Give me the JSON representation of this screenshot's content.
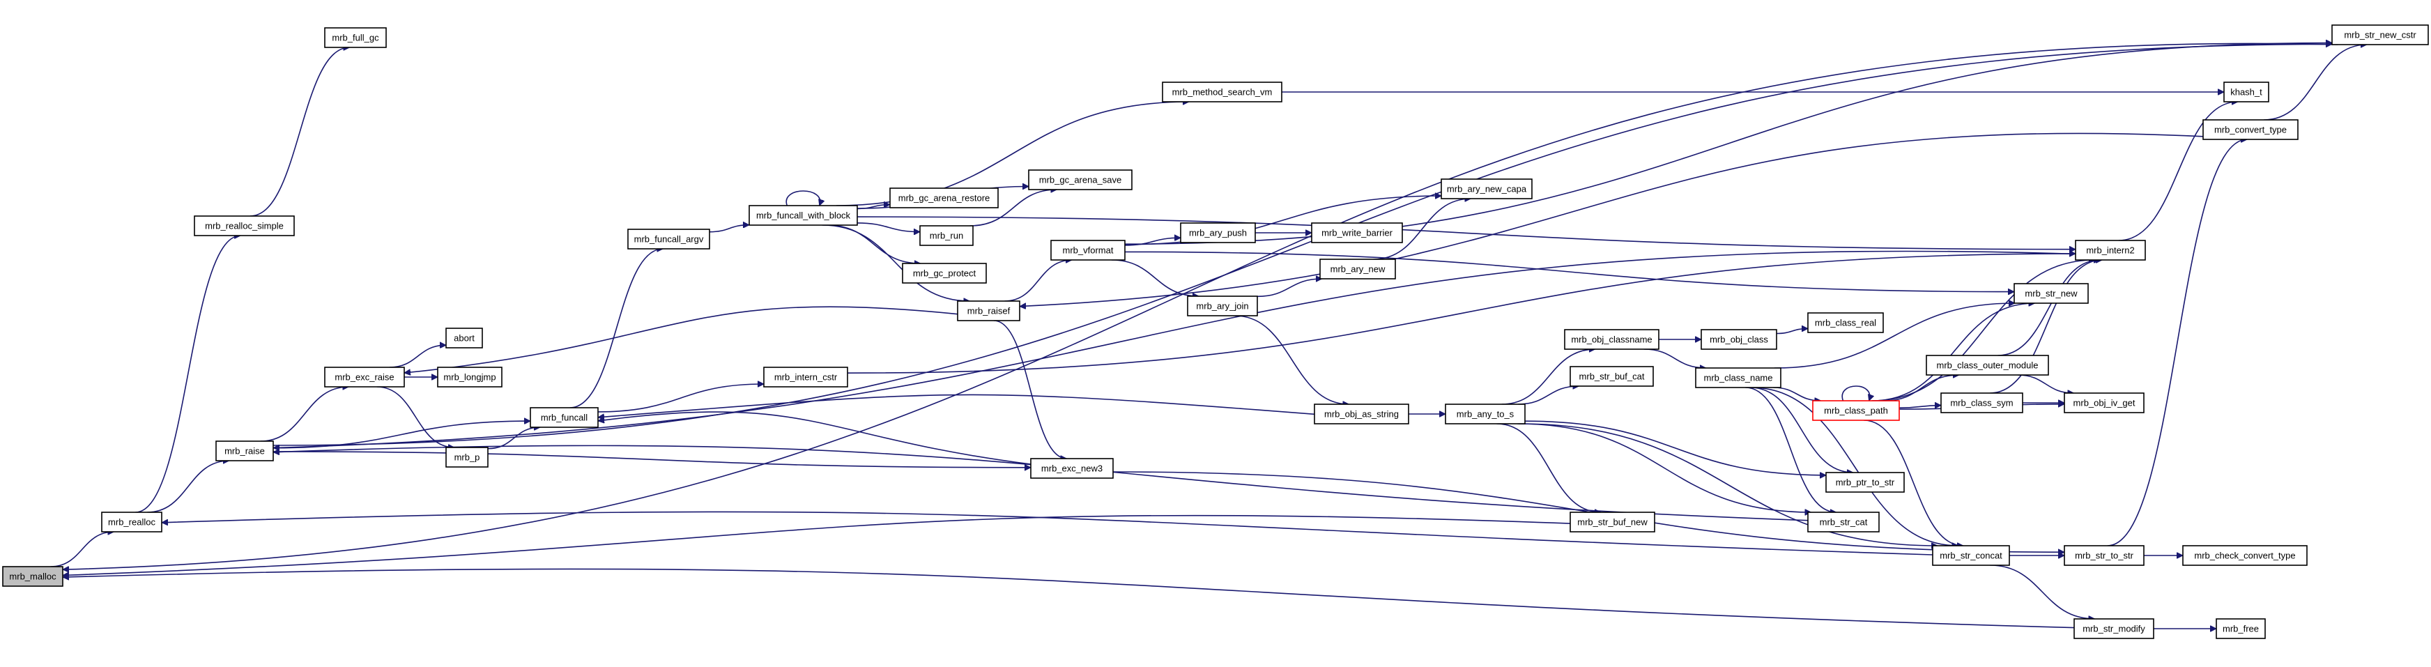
{
  "graph": {
    "root": "mrb_malloc",
    "highlight": {
      "root_fill": "#bfbfbf",
      "truncated_border": "#ff0000",
      "edge_color": "#191970"
    },
    "nodes": [
      {
        "id": "mrb_malloc",
        "label": "mrb_malloc"
      },
      {
        "id": "mrb_realloc",
        "label": "mrb_realloc"
      },
      {
        "id": "mrb_raise",
        "label": "mrb_raise"
      },
      {
        "id": "mrb_realloc_simple",
        "label": "mrb_realloc_simple"
      },
      {
        "id": "mrb_full_gc",
        "label": "mrb_full_gc"
      },
      {
        "id": "mrb_exc_raise",
        "label": "mrb_exc_raise"
      },
      {
        "id": "abort",
        "label": "abort"
      },
      {
        "id": "mrb_longjmp",
        "label": "mrb_longjmp"
      },
      {
        "id": "mrb_p",
        "label": "mrb_p"
      },
      {
        "id": "mrb_funcall",
        "label": "mrb_funcall"
      },
      {
        "id": "mrb_funcall_argv",
        "label": "mrb_funcall_argv"
      },
      {
        "id": "mrb_funcall_with_block",
        "label": "mrb_funcall_with_block"
      },
      {
        "id": "mrb_gc_arena_restore",
        "label": "mrb_gc_arena_restore"
      },
      {
        "id": "mrb_gc_arena_save",
        "label": "mrb_gc_arena_save"
      },
      {
        "id": "mrb_run",
        "label": "mrb_run"
      },
      {
        "id": "mrb_gc_protect",
        "label": "mrb_gc_protect"
      },
      {
        "id": "mrb_raisef",
        "label": "mrb_raisef"
      },
      {
        "id": "mrb_method_search_vm",
        "label": "mrb_method_search_vm"
      },
      {
        "id": "mrb_intern_cstr",
        "label": "mrb_intern_cstr"
      },
      {
        "id": "mrb_exc_new3",
        "label": "mrb_exc_new3"
      },
      {
        "id": "mrb_vformat",
        "label": "mrb_vformat"
      },
      {
        "id": "mrb_ary_push",
        "label": "mrb_ary_push"
      },
      {
        "id": "mrb_write_barrier",
        "label": "mrb_write_barrier"
      },
      {
        "id": "mrb_ary_new_capa",
        "label": "mrb_ary_new_capa"
      },
      {
        "id": "mrb_ary_new",
        "label": "mrb_ary_new"
      },
      {
        "id": "mrb_ary_join",
        "label": "mrb_ary_join"
      },
      {
        "id": "mrb_obj_as_string",
        "label": "mrb_obj_as_string"
      },
      {
        "id": "mrb_any_to_s",
        "label": "mrb_any_to_s"
      },
      {
        "id": "mrb_obj_classname",
        "label": "mrb_obj_classname"
      },
      {
        "id": "mrb_obj_class",
        "label": "mrb_obj_class"
      },
      {
        "id": "mrb_class_real",
        "label": "mrb_class_real"
      },
      {
        "id": "mrb_str_buf_cat",
        "label": "mrb_str_buf_cat"
      },
      {
        "id": "mrb_class_name",
        "label": "mrb_class_name"
      },
      {
        "id": "mrb_class_path",
        "label": "mrb_class_path"
      },
      {
        "id": "mrb_class_outer_module",
        "label": "mrb_class_outer_module"
      },
      {
        "id": "mrb_class_sym",
        "label": "mrb_class_sym"
      },
      {
        "id": "mrb_obj_iv_get",
        "label": "mrb_obj_iv_get"
      },
      {
        "id": "mrb_ptr_to_str",
        "label": "mrb_ptr_to_str"
      },
      {
        "id": "mrb_str_cat",
        "label": "mrb_str_cat"
      },
      {
        "id": "mrb_str_buf_new",
        "label": "mrb_str_buf_new"
      },
      {
        "id": "mrb_str_concat",
        "label": "mrb_str_concat"
      },
      {
        "id": "mrb_str_to_str",
        "label": "mrb_str_to_str"
      },
      {
        "id": "mrb_check_convert_type",
        "label": "mrb_check_convert_type"
      },
      {
        "id": "mrb_str_modify",
        "label": "mrb_str_modify"
      },
      {
        "id": "mrb_free",
        "label": "mrb_free"
      },
      {
        "id": "mrb_str_new",
        "label": "mrb_str_new"
      },
      {
        "id": "mrb_intern2",
        "label": "mrb_intern2"
      },
      {
        "id": "khash_t",
        "label": "khash_t"
      },
      {
        "id": "mrb_convert_type",
        "label": "mrb_convert_type"
      },
      {
        "id": "mrb_str_new_cstr",
        "label": "mrb_str_new_cstr"
      }
    ],
    "edges": [
      [
        "mrb_malloc",
        "mrb_realloc"
      ],
      [
        "mrb_realloc",
        "mrb_raise"
      ],
      [
        "mrb_realloc",
        "mrb_realloc_simple"
      ],
      [
        "mrb_realloc_simple",
        "mrb_full_gc"
      ],
      [
        "mrb_raise",
        "mrb_exc_raise"
      ],
      [
        "mrb_raise",
        "mrb_funcall"
      ],
      [
        "mrb_raise",
        "mrb_exc_new3"
      ],
      [
        "mrb_raise",
        "mrb_str_new_cstr"
      ],
      [
        "mrb_exc_raise",
        "abort"
      ],
      [
        "mrb_exc_raise",
        "mrb_longjmp"
      ],
      [
        "mrb_exc_raise",
        "mrb_p"
      ],
      [
        "mrb_p",
        "mrb_funcall"
      ],
      [
        "mrb_funcall",
        "mrb_funcall_argv"
      ],
      [
        "mrb_funcall",
        "mrb_intern_cstr"
      ],
      [
        "mrb_funcall_argv",
        "mrb_funcall_with_block"
      ],
      [
        "mrb_funcall_with_block",
        "mrb_funcall_with_block"
      ],
      [
        "mrb_funcall_with_block",
        "mrb_gc_arena_restore"
      ],
      [
        "mrb_funcall_with_block",
        "mrb_gc_arena_save"
      ],
      [
        "mrb_funcall_with_block",
        "mrb_run"
      ],
      [
        "mrb_funcall_with_block",
        "mrb_gc_protect"
      ],
      [
        "mrb_funcall_with_block",
        "mrb_raisef"
      ],
      [
        "mrb_funcall_with_block",
        "mrb_method_search_vm"
      ],
      [
        "mrb_funcall_with_block",
        "mrb_intern2"
      ],
      [
        "mrb_run",
        "mrb_gc_arena_save"
      ],
      [
        "mrb_raisef",
        "mrb_exc_raise"
      ],
      [
        "mrb_raisef",
        "mrb_vformat"
      ],
      [
        "mrb_raisef",
        "mrb_exc_new3"
      ],
      [
        "mrb_intern_cstr",
        "mrb_intern2"
      ],
      [
        "mrb_exc_new3",
        "mrb_funcall"
      ],
      [
        "mrb_exc_new3",
        "mrb_str_to_str"
      ],
      [
        "mrb_vformat",
        "mrb_ary_push"
      ],
      [
        "mrb_vformat",
        "mrb_ary_new_capa"
      ],
      [
        "mrb_vformat",
        "mrb_ary_join"
      ],
      [
        "mrb_vformat",
        "mrb_str_new"
      ],
      [
        "mrb_vformat",
        "mrb_str_new_cstr"
      ],
      [
        "mrb_ary_push",
        "mrb_write_barrier"
      ],
      [
        "mrb_ary_new",
        "mrb_ary_new_capa"
      ],
      [
        "mrb_ary_join",
        "mrb_ary_new"
      ],
      [
        "mrb_ary_join",
        "mrb_obj_as_string"
      ],
      [
        "mrb_obj_as_string",
        "mrb_funcall"
      ],
      [
        "mrb_obj_as_string",
        "mrb_any_to_s"
      ],
      [
        "mrb_any_to_s",
        "mrb_obj_classname"
      ],
      [
        "mrb_any_to_s",
        "mrb_str_buf_cat"
      ],
      [
        "mrb_any_to_s",
        "mrb_str_buf_new"
      ],
      [
        "mrb_any_to_s",
        "mrb_ptr_to_str"
      ],
      [
        "mrb_any_to_s",
        "mrb_str_cat"
      ],
      [
        "mrb_any_to_s",
        "mrb_str_concat"
      ],
      [
        "mrb_obj_classname",
        "mrb_obj_class"
      ],
      [
        "mrb_obj_classname",
        "mrb_class_name"
      ],
      [
        "mrb_obj_class",
        "mrb_class_real"
      ],
      [
        "mrb_class_name",
        "mrb_str_new"
      ],
      [
        "mrb_class_name",
        "mrb_class_path"
      ],
      [
        "mrb_class_name",
        "mrb_ptr_to_str"
      ],
      [
        "mrb_class_name",
        "mrb_str_cat"
      ],
      [
        "mrb_class_name",
        "mrb_str_concat"
      ],
      [
        "mrb_class_path",
        "mrb_class_path"
      ],
      [
        "mrb_class_path",
        "mrb_class_outer_module"
      ],
      [
        "mrb_class_path",
        "mrb_class_sym"
      ],
      [
        "mrb_class_path",
        "mrb_obj_iv_get"
      ],
      [
        "mrb_class_path",
        "mrb_intern2"
      ],
      [
        "mrb_class_path",
        "mrb_str_new"
      ],
      [
        "mrb_class_path",
        "mrb_str_concat"
      ],
      [
        "mrb_class_outer_module",
        "mrb_intern2"
      ],
      [
        "mrb_class_outer_module",
        "mrb_obj_iv_get"
      ],
      [
        "mrb_class_sym",
        "mrb_intern2"
      ],
      [
        "mrb_class_sym",
        "mrb_obj_iv_get"
      ],
      [
        "mrb_str_cat",
        "mrb_raise"
      ],
      [
        "mrb_str_buf_new",
        "mrb_malloc"
      ],
      [
        "mrb_str_concat",
        "mrb_str_to_str"
      ],
      [
        "mrb_str_concat",
        "mrb_str_modify"
      ],
      [
        "mrb_str_concat",
        "mrb_realloc"
      ],
      [
        "mrb_str_to_str",
        "mrb_check_convert_type"
      ],
      [
        "mrb_str_to_str",
        "mrb_convert_type"
      ],
      [
        "mrb_str_modify",
        "mrb_free"
      ],
      [
        "mrb_str_modify",
        "mrb_malloc"
      ],
      [
        "mrb_intern2",
        "mrb_raise"
      ],
      [
        "mrb_intern2",
        "khash_t"
      ],
      [
        "mrb_method_search_vm",
        "khash_t"
      ],
      [
        "mrb_convert_type",
        "mrb_raisef"
      ],
      [
        "mrb_convert_type",
        "mrb_str_new_cstr"
      ],
      [
        "mrb_str_new_cstr",
        "mrb_malloc"
      ]
    ]
  }
}
